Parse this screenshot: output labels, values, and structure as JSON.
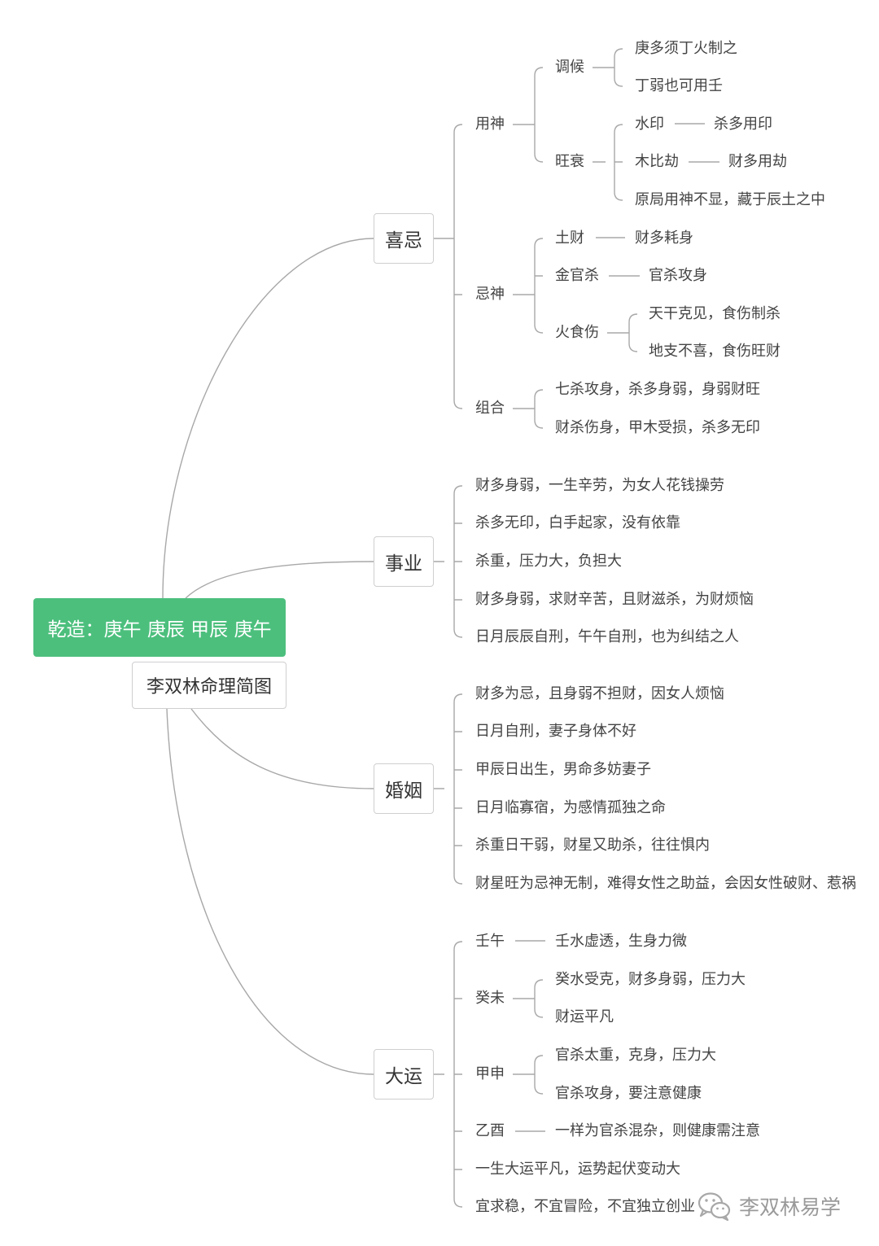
{
  "root": "乾造：庚午 庚辰 甲辰 庚午",
  "subtitle": "李双林命理简图",
  "branches": {
    "xiji": {
      "label": "喜忌",
      "yongshen": {
        "label": "用神",
        "tiaohou": {
          "label": "调候",
          "items": [
            "庚多须丁火制之",
            "丁弱也可用壬"
          ]
        },
        "wangshuai": {
          "label": "旺衰",
          "shuiyin": "水印",
          "shuiyin_note": "杀多用印",
          "mubijie": "木比劫",
          "mubijie_note": "财多用劫",
          "hidden": "原局用神不显，藏于辰土之中"
        }
      },
      "jishen": {
        "label": "忌神",
        "tucai": "土财",
        "tucai_note": "财多耗身",
        "jinguansha": "金官杀",
        "jinguansha_note": "官杀攻身",
        "huoshishang": {
          "label": "火食伤",
          "items": [
            "天干克见，食伤制杀",
            "地支不喜，食伤旺财"
          ]
        }
      },
      "zuhe": {
        "label": "组合",
        "items": [
          "七杀攻身，杀多身弱，身弱财旺",
          "财杀伤身，甲木受损，杀多无印"
        ]
      }
    },
    "shiye": {
      "label": "事业",
      "items": [
        "财多身弱，一生辛劳，为女人花钱操劳",
        "杀多无印，白手起家，没有依靠",
        "杀重，压力大，负担大",
        "财多身弱，求财辛苦，且财滋杀，为财烦恼",
        "日月辰辰自刑，午午自刑，也为纠结之人"
      ]
    },
    "hunyin": {
      "label": "婚姻",
      "items": [
        "财多为忌，且身弱不担财，因女人烦恼",
        "日月自刑，妻子身体不好",
        "甲辰日出生，男命多妨妻子",
        "日月临寡宿，为感情孤独之命",
        "杀重日干弱，财星又助杀，往往惧内",
        "财星旺为忌神无制，难得女性之助益，会因女性破财、惹祸"
      ]
    },
    "dayun": {
      "label": "大运",
      "renwu": "壬午",
      "renwu_note": "壬水虚透，生身力微",
      "guiwei": {
        "label": "癸未",
        "items": [
          "癸水受克，财多身弱，压力大",
          "财运平凡"
        ]
      },
      "jiashen": {
        "label": "甲申",
        "items": [
          "官杀太重，克身，压力大",
          "官杀攻身，要注意健康"
        ]
      },
      "yiyou": "乙酉",
      "yiyou_note": "一样为官杀混杂，则健康需注意",
      "general": "一生大运平凡，运势起伏变动大",
      "advice": "宜求稳，不宜冒险，不宜独立创业"
    }
  },
  "watermark": "李双林易学",
  "colors": {
    "root_fill": "#4cbf7d",
    "line": "#a8a8a8",
    "text": "#444444"
  }
}
